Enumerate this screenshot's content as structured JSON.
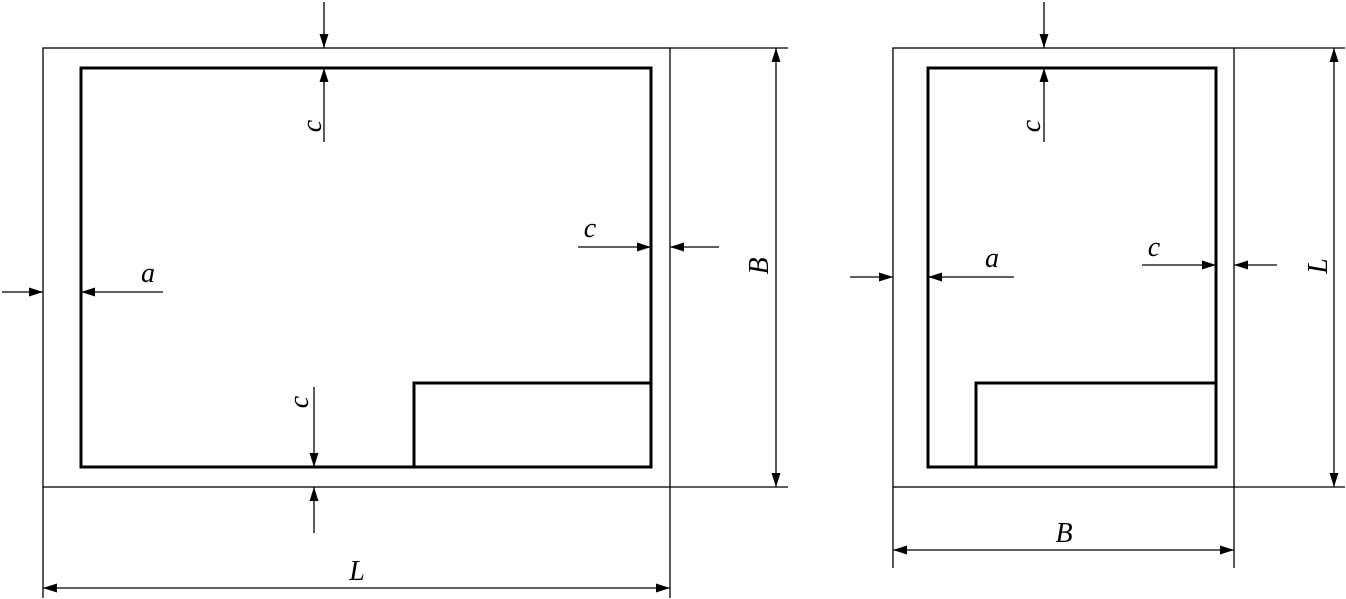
{
  "diagrams": [
    {
      "orientation": "landscape",
      "labels": {
        "top_margin": "c",
        "left_margin": "a",
        "right_margin": "c",
        "bottom_margin": "c",
        "width": "L",
        "height": "B"
      }
    },
    {
      "orientation": "portrait",
      "labels": {
        "top_margin": "c",
        "left_margin": "a",
        "right_margin": "c",
        "width": "B",
        "height": "L"
      }
    }
  ]
}
